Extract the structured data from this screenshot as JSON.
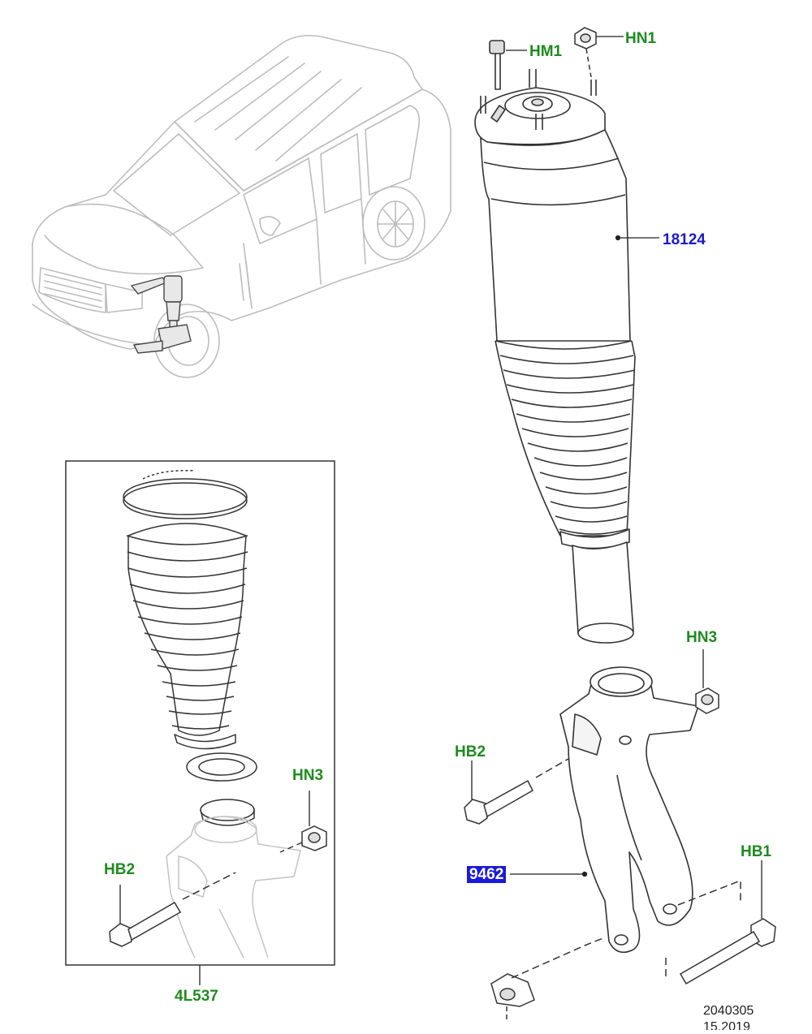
{
  "callouts": {
    "hm1": "HM1",
    "hn1": "HN1",
    "part_18124": "18124",
    "hn3_right": "HN3",
    "hb2_right": "HB2",
    "part_9462": "9462",
    "hb1": "HB1",
    "hn3_left": "HN3",
    "hb2_left": "HB2",
    "kit_4l537": "4L537"
  },
  "footer": {
    "illustration_number": "2040305",
    "date_partial": "15.2019"
  },
  "colors": {
    "part_reference": "#1a1acc",
    "fastener_reference": "#1e8c1e",
    "highlight_bg": "#1a1ad8",
    "line_art": "#333333",
    "vehicle_ghost": "#bdbdbd"
  },
  "icons": {
    "vehicle": "range-rover-ghost-outline",
    "air-strut": "air-spring-strut",
    "knuckle": "steering-knuckle"
  }
}
